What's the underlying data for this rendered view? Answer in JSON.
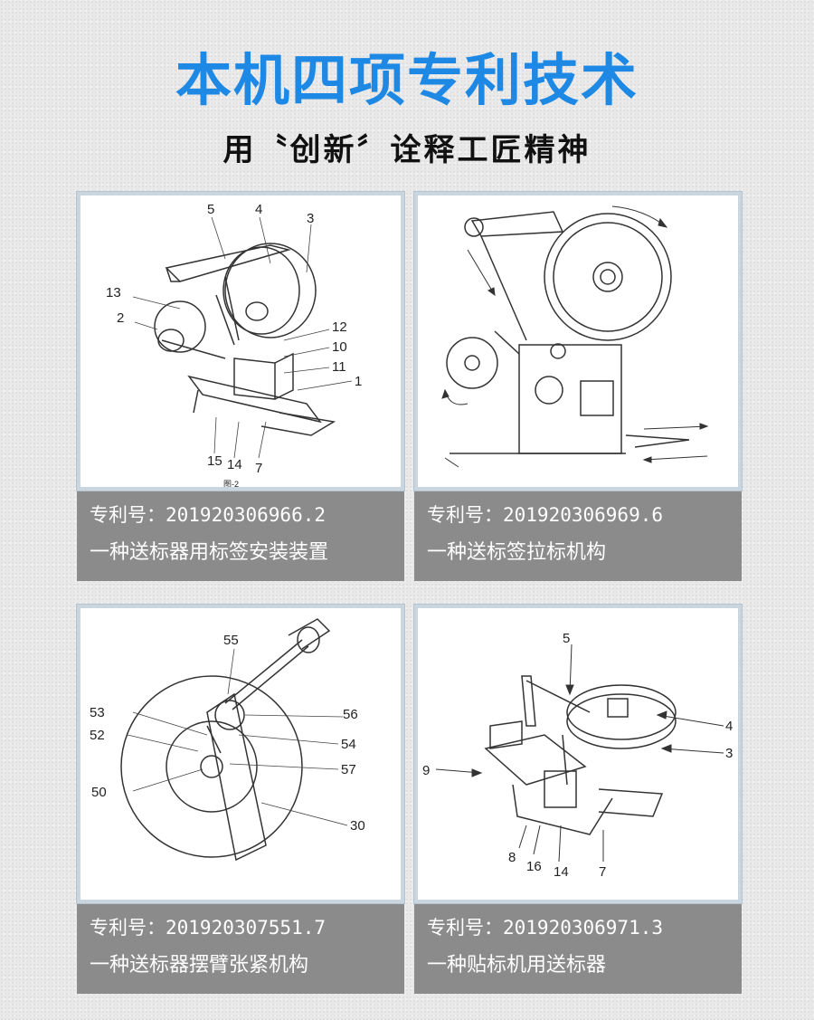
{
  "page": {
    "title": "本机四项专利技术",
    "subtitle": "用〝创新〞诠释工匠精神",
    "title_color": "#1e88e5"
  },
  "patents": [
    {
      "number": "专利号：201920306966.2",
      "name": "一种送标器用标签安装装置",
      "labels": [
        "5",
        "4",
        "3",
        "13",
        "2",
        "12",
        "10",
        "11",
        "1",
        "15",
        "14",
        "7"
      ],
      "fig": "图-2"
    },
    {
      "number": "专利号：201920306969.6",
      "name": "一种送标签拉标机构",
      "labels": []
    },
    {
      "number": "专利号：201920307551.7",
      "name": "一种送标器摆臂张紧机构",
      "labels": [
        "55",
        "53",
        "52",
        "56",
        "54",
        "57",
        "50",
        "30"
      ]
    },
    {
      "number": "专利号：201920306971.3",
      "name": "一种贴标机用送标器",
      "labels": [
        "5",
        "4",
        "3",
        "9",
        "8",
        "16",
        "14",
        "7"
      ]
    }
  ]
}
